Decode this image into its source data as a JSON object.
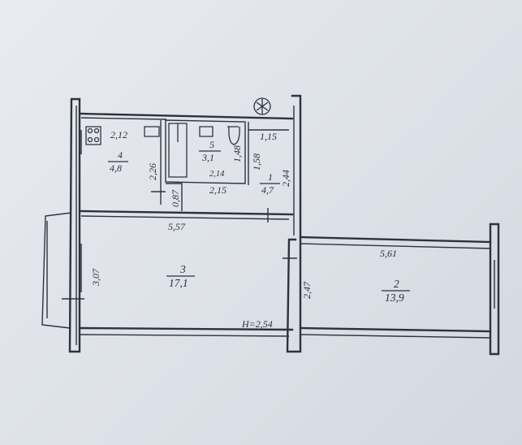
{
  "plan": {
    "rooms": [
      {
        "number": "1",
        "area": "4,7"
      },
      {
        "number": "2",
        "area": "13,9"
      },
      {
        "number": "3",
        "area": "17,1"
      },
      {
        "number": "4",
        "area": "4,8"
      },
      {
        "number": "5",
        "area": "3,1"
      }
    ],
    "dimensions": [
      "2,12",
      "2,26",
      "0,87",
      "1,48",
      "2,14",
      "2,15",
      "1,58",
      "1,15",
      "2,44",
      "5,57",
      "3,07",
      "2,47",
      "5,61"
    ],
    "ceiling_height": "H=2,54"
  }
}
